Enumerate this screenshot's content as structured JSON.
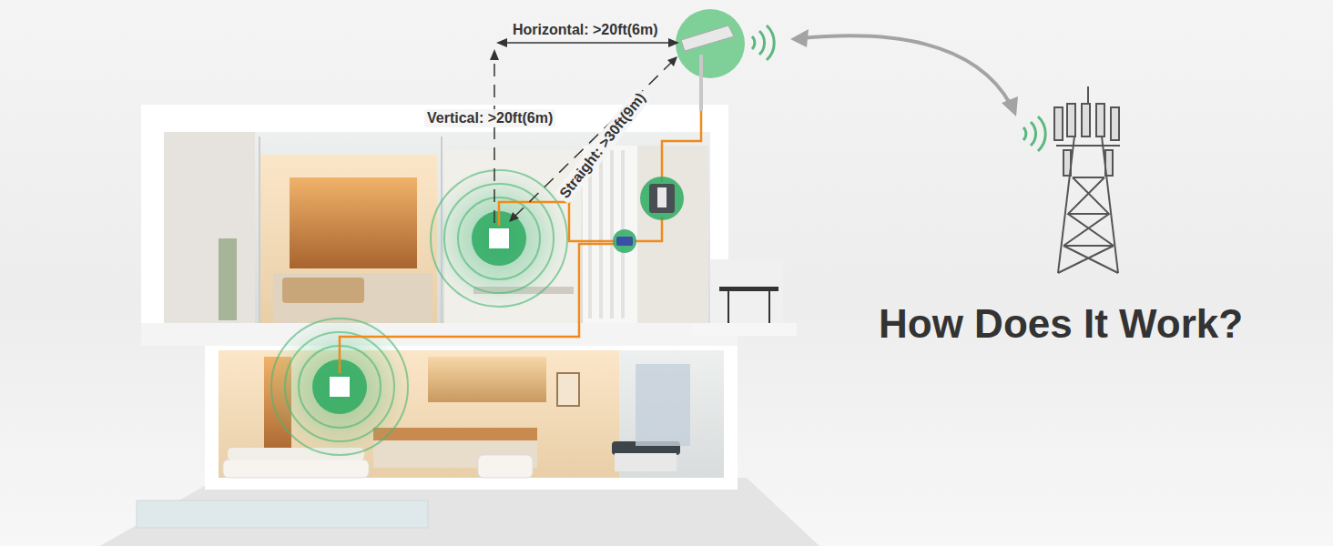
{
  "diagram": {
    "title": "How Does It Work?",
    "labels": [
      "Horizontal: >20ft(6m)",
      "Vertical: >20ft(6m)",
      "Straight: >30ft(9m)"
    ]
  }
}
